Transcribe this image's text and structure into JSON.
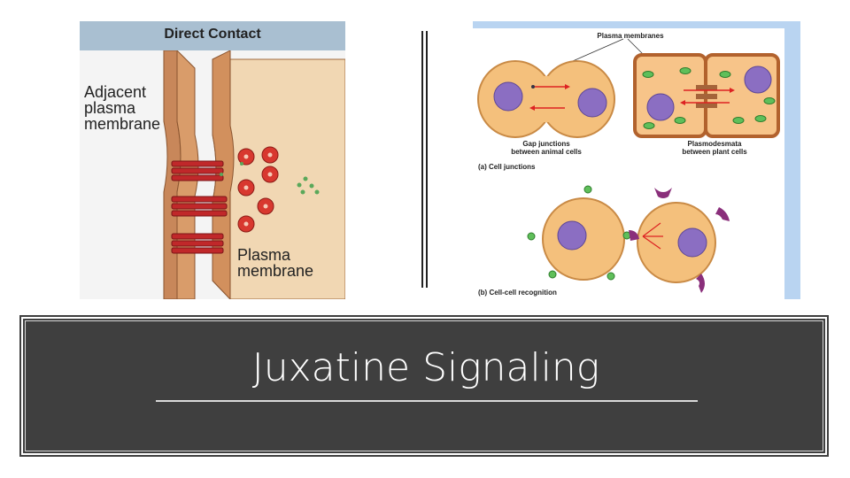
{
  "left_figure": {
    "header": "Direct Contact",
    "adjacent_label": "Adjacent\nplasma\nmembrane",
    "plasma_label": "Plasma\nmembrane"
  },
  "right_figure": {
    "plasma_membranes_label": "Plasma membranes",
    "gap_junctions_label": "Gap junctions\nbetween animal cells",
    "plasmodesmata_label": "Plasmodesmata\nbetween plant cells",
    "caption_a": "(a) Cell junctions",
    "caption_b": "(b) Cell-cell recognition"
  },
  "slide": {
    "title": "Juxatine Signaling"
  }
}
